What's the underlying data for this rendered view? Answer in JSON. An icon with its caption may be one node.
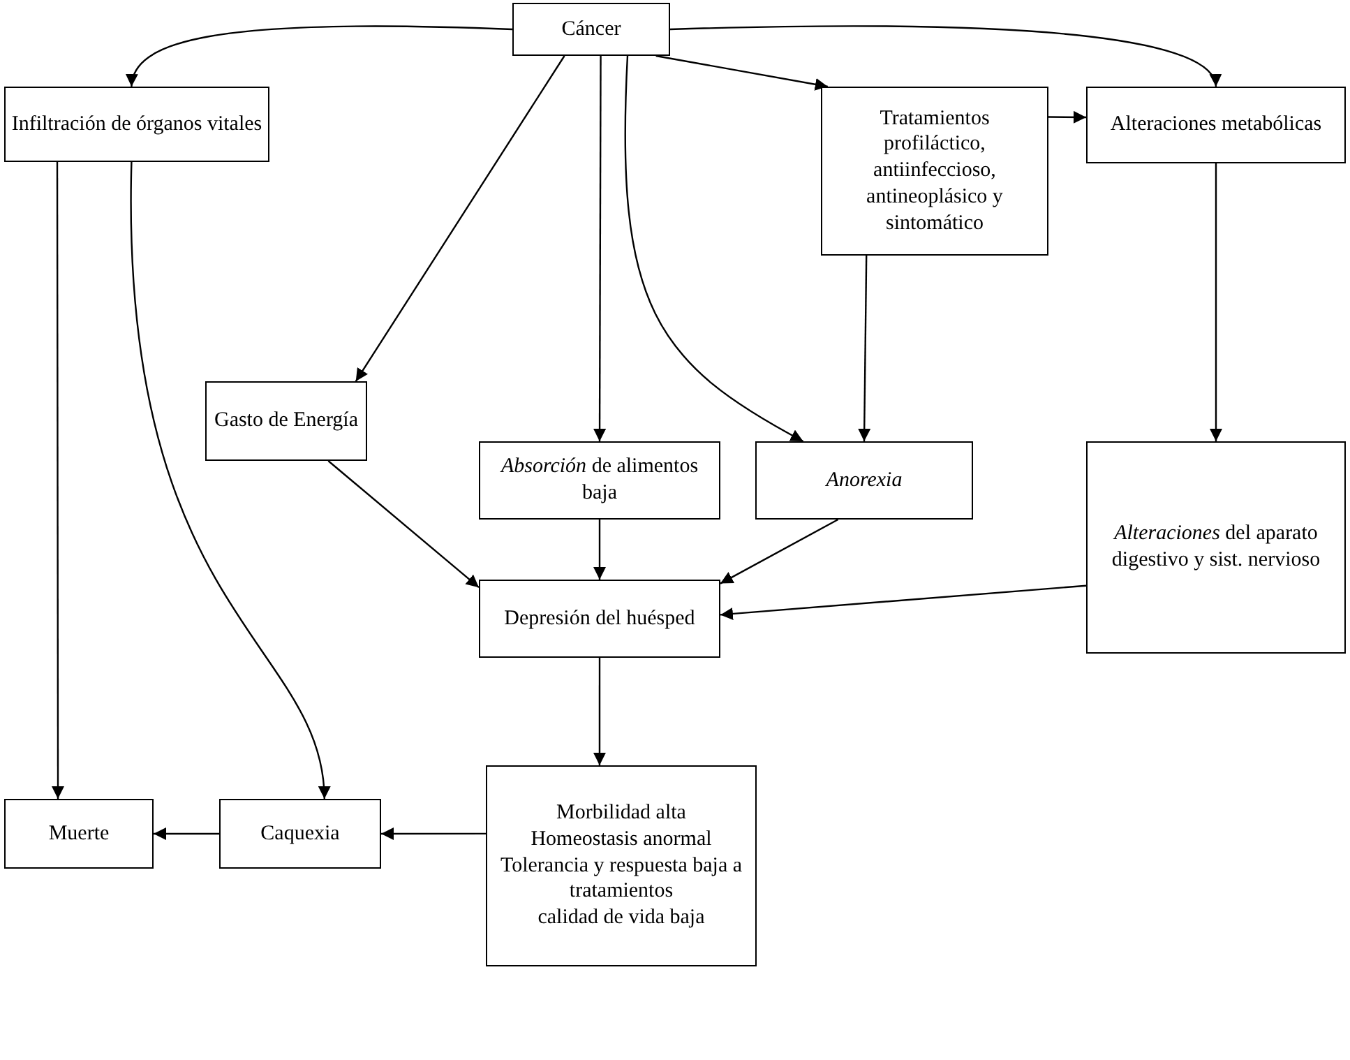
{
  "diagram": {
    "nodes": [
      {
        "text": [
          "Cáncer"
        ]
      },
      {
        "text": [
          "Infiltración de órganos vitales"
        ]
      },
      {
        "text": [
          "Tratamientos profiláctico, antiinfeccioso, antineoplásico y sintomático"
        ]
      },
      {
        "text": [
          "Alteraciones metabólicas"
        ]
      },
      {
        "text": [
          "Gasto de Energía"
        ]
      },
      {
        "text": [
          "*Absorción* de alimentos baja"
        ]
      },
      {
        "text": [
          "*Anorexia*"
        ]
      },
      {
        "text": [
          "*Alteraciones* del aparato digestivo y sist. nervioso"
        ]
      },
      {
        "text": [
          "Depresión del huésped"
        ]
      },
      {
        "text": [
          "Muerte"
        ]
      },
      {
        "text": [
          "Caquexia"
        ]
      },
      {
        "text": [
          "Morbilidad alta",
          "Homeostasis anormal",
          "Tolerancia y respuesta baja a tratamientos",
          "calidad de vida baja"
        ]
      }
    ],
    "edges": [
      {
        "from": 0,
        "to": 1,
        "arrow": "to"
      },
      {
        "from": 0,
        "to": 3,
        "arrow": "to"
      },
      {
        "from": 0,
        "to": 4,
        "arrow": "to"
      },
      {
        "from": 0,
        "to": 5,
        "arrow": "to"
      },
      {
        "from": 0,
        "to": 6,
        "arrow": "to"
      },
      {
        "from": 0,
        "to": 2,
        "arrow": "to"
      },
      {
        "from": 2,
        "to": 3,
        "arrow": "to"
      },
      {
        "from": 2,
        "to": 6,
        "arrow": "to"
      },
      {
        "from": 3,
        "to": 7,
        "arrow": "to"
      },
      {
        "from": 4,
        "to": 8,
        "arrow": "to"
      },
      {
        "from": 5,
        "to": 8,
        "arrow": "to"
      },
      {
        "from": 6,
        "to": 8,
        "arrow": "to"
      },
      {
        "from": 7,
        "to": 8,
        "arrow": "to"
      },
      {
        "from": 1,
        "to": 9,
        "arrow": "to"
      },
      {
        "from": 1,
        "to": 10,
        "arrow": "to"
      },
      {
        "from": 8,
        "to": 11,
        "arrow": "to"
      },
      {
        "from": 11,
        "to": 10,
        "arrow": "to"
      },
      {
        "from": 10,
        "to": 9,
        "arrow": "to"
      }
    ]
  }
}
